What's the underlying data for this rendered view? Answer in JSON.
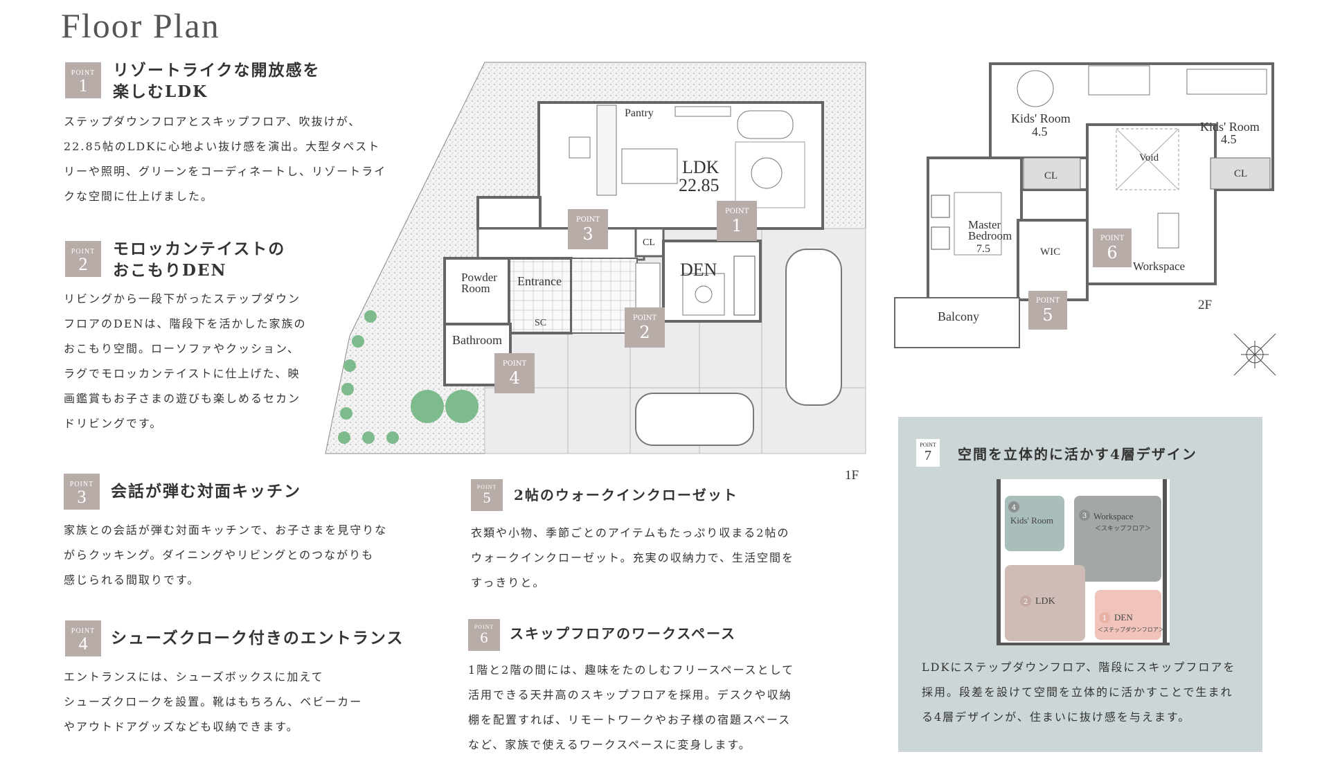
{
  "page_title": "Floor Plan",
  "points": [
    {
      "label": "POINT",
      "num": "1",
      "heading_l1": "リゾートライクな開放感を",
      "heading_l2": "楽しむLDK",
      "body": [
        "ステップダウンフロアとスキップフロア、吹抜けが、",
        "22.85帖のLDKに心地よい抜け感を演出。大型タペスト",
        "リーや照明、グリーンをコーディネートし、リゾートライ",
        "クな空間に仕上げました。"
      ]
    },
    {
      "label": "POINT",
      "num": "2",
      "heading_l1": "モロッカンテイストの",
      "heading_l2": "おこもりDEN",
      "body": [
        "リビングから一段下がったステップダウン",
        "フロアのDENは、階段下を活かした家族の",
        "おこもり空間。ローソファやクッション、",
        "ラグでモロッカンテイストに仕上げた、映",
        "画鑑賞もお子さまの遊びも楽しめるセカン",
        "ドリビングです。"
      ]
    },
    {
      "label": "POINT",
      "num": "3",
      "heading": "会話が弾む対面キッチン",
      "body": [
        "家族との会話が弾む対面キッチンで、お子さまを見守りな",
        "がらクッキング。ダイニングやリビングとのつながりも",
        "感じられる間取りです。"
      ]
    },
    {
      "label": "POINT",
      "num": "4",
      "heading": "シューズクローク付きのエントランス",
      "body": [
        "エントランスには、シューズボックスに加えて",
        "シューズクロークを設置。靴はもちろん、ベビーカー",
        "やアウトドアグッズなども収納できます。"
      ]
    },
    {
      "label": "POINT",
      "num": "5",
      "heading": "2帖のウォークインクローゼット",
      "body": [
        "衣類や小物、季節ごとのアイテムもたっぷり収まる2帖の",
        "ウォークインクローゼット。充実の収納力で、生活空間を",
        "すっきりと。"
      ]
    },
    {
      "label": "POINT",
      "num": "6",
      "heading": "スキップフロアのワークスペース",
      "body": [
        "1階と2階の間には、趣味をたのしむフリースペースとして",
        "活用できる天井高のスキップフロアを採用。デスクや収納",
        "棚を配置すれば、リモートワークやお子様の宿題スペース",
        "など、家族で使えるワークスペースに変身します。"
      ]
    },
    {
      "label": "POINT",
      "num": "7",
      "heading": "空間を立体的に活かす4層デザイン",
      "body": [
        "LDKにステップダウンフロア、階段にスキップフロアを",
        "採用。段差を設けて空間を立体的に活かすことで生まれ",
        "る4層デザインが、住まいに抜け感を与えます。"
      ]
    }
  ],
  "plan_1f": {
    "floor_label": "1F",
    "rooms": {
      "ldk": "LDK",
      "ldk_size": "22.85",
      "pantry": "Pantry",
      "cl": "CL",
      "den": "DEN",
      "powder": "Powder",
      "powder2": "Room",
      "entrance": "Entrance",
      "sc": "SC",
      "bathroom": "Bathroom"
    },
    "badges": [
      "1",
      "2",
      "3",
      "4"
    ],
    "badge_label": "POINT"
  },
  "plan_2f": {
    "floor_label": "2F",
    "rooms": {
      "kids1": "Kids' Room",
      "kids1_size": "4.5",
      "kids2": "Kids' Room",
      "kids2_size": "4.5",
      "void": "Void",
      "cl1": "CL",
      "cl2": "CL",
      "master1": "Master",
      "master2": "Bedroom",
      "master_size": "7.5",
      "wic": "WIC",
      "workspace": "Workspace",
      "balcony": "Balcony"
    },
    "badges": [
      "5",
      "6"
    ],
    "badge_label": "POINT"
  },
  "section_diagram": {
    "levels": [
      {
        "n": "4",
        "label": "Kids' Room",
        "sub": ""
      },
      {
        "n": "3",
        "label": "Workspace",
        "sub": "＜スキップフロア＞"
      },
      {
        "n": "2",
        "label": "LDK",
        "sub": ""
      },
      {
        "n": "1",
        "label": "DEN",
        "sub": "＜ステップダウンフロア＞"
      }
    ]
  },
  "colors": {
    "badge": "#b8aca8",
    "panel": "#ccd6d6",
    "wall": "#666666",
    "green": "#7dbb8d",
    "k4": "#a9bdbb",
    "k3": "#a3a7a6",
    "k2": "#cfbcb6",
    "k1": "#f0c4bb"
  }
}
